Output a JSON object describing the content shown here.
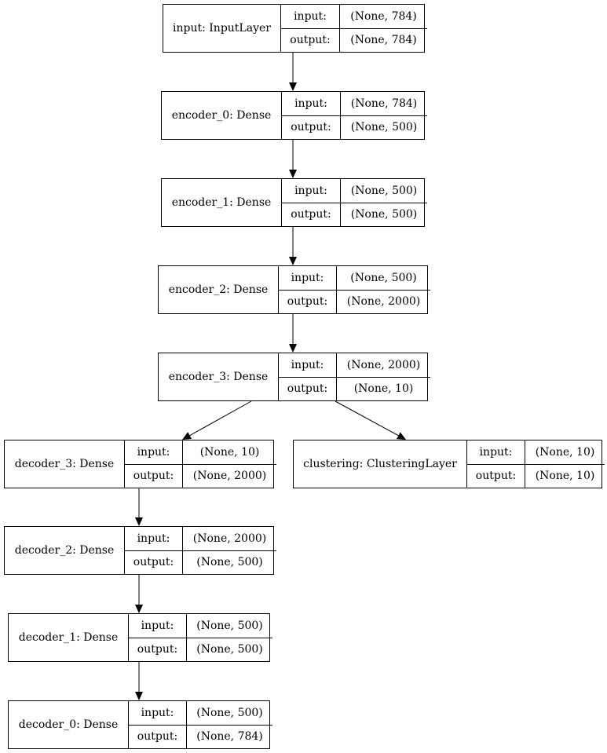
{
  "nodes": [
    {
      "id": "input",
      "name": "input: InputLayer",
      "in_label": "input:",
      "out_label": "output:",
      "in_shape": "(None, 784)",
      "out_shape": "(None, 784)"
    },
    {
      "id": "encoder_0",
      "name": "encoder_0: Dense",
      "in_label": "input:",
      "out_label": "output:",
      "in_shape": "(None, 784)",
      "out_shape": "(None, 500)"
    },
    {
      "id": "encoder_1",
      "name": "encoder_1: Dense",
      "in_label": "input:",
      "out_label": "output:",
      "in_shape": "(None, 500)",
      "out_shape": "(None, 500)"
    },
    {
      "id": "encoder_2",
      "name": "encoder_2: Dense",
      "in_label": "input:",
      "out_label": "output:",
      "in_shape": "(None, 500)",
      "out_shape": "(None, 2000)"
    },
    {
      "id": "encoder_3",
      "name": "encoder_3: Dense",
      "in_label": "input:",
      "out_label": "output:",
      "in_shape": "(None, 2000)",
      "out_shape": "(None, 10)"
    },
    {
      "id": "decoder_3",
      "name": "decoder_3: Dense",
      "in_label": "input:",
      "out_label": "output:",
      "in_shape": "(None, 10)",
      "out_shape": "(None, 2000)"
    },
    {
      "id": "clustering",
      "name": "clustering: ClusteringLayer",
      "in_label": "input:",
      "out_label": "output:",
      "in_shape": "(None, 10)",
      "out_shape": "(None, 10)"
    },
    {
      "id": "decoder_2",
      "name": "decoder_2: Dense",
      "in_label": "input:",
      "out_label": "output:",
      "in_shape": "(None, 2000)",
      "out_shape": "(None, 500)"
    },
    {
      "id": "decoder_1",
      "name": "decoder_1: Dense",
      "in_label": "input:",
      "out_label": "output:",
      "in_shape": "(None, 500)",
      "out_shape": "(None, 500)"
    },
    {
      "id": "decoder_0",
      "name": "decoder_0: Dense",
      "in_label": "input:",
      "out_label": "output:",
      "in_shape": "(None, 500)",
      "out_shape": "(None, 784)"
    }
  ],
  "edges": [
    {
      "from": "input",
      "to": "encoder_0"
    },
    {
      "from": "encoder_0",
      "to": "encoder_1"
    },
    {
      "from": "encoder_1",
      "to": "encoder_2"
    },
    {
      "from": "encoder_2",
      "to": "encoder_3"
    },
    {
      "from": "encoder_3",
      "to": "decoder_3"
    },
    {
      "from": "encoder_3",
      "to": "clustering"
    },
    {
      "from": "decoder_3",
      "to": "decoder_2"
    },
    {
      "from": "decoder_2",
      "to": "decoder_1"
    },
    {
      "from": "decoder_1",
      "to": "decoder_0"
    }
  ]
}
